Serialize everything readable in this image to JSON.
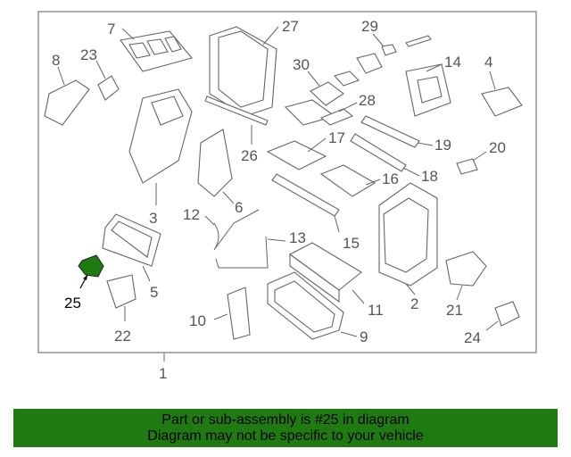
{
  "diagram": {
    "assembly_number": "1",
    "callouts": [
      "2",
      "3",
      "4",
      "5",
      "6",
      "7",
      "8",
      "9",
      "10",
      "11",
      "12",
      "13",
      "14",
      "15",
      "16",
      "17",
      "18",
      "19",
      "20",
      "21",
      "22",
      "23",
      "24",
      "25",
      "26",
      "27",
      "28",
      "29",
      "30"
    ],
    "highlighted_callout": "25",
    "highlight_color": "#1f7a12"
  },
  "banner": {
    "line1": "Part or sub-assembly is #25 in diagram",
    "line2": "Diagram may not be specific to your vehicle",
    "color": "#1f7a12"
  }
}
